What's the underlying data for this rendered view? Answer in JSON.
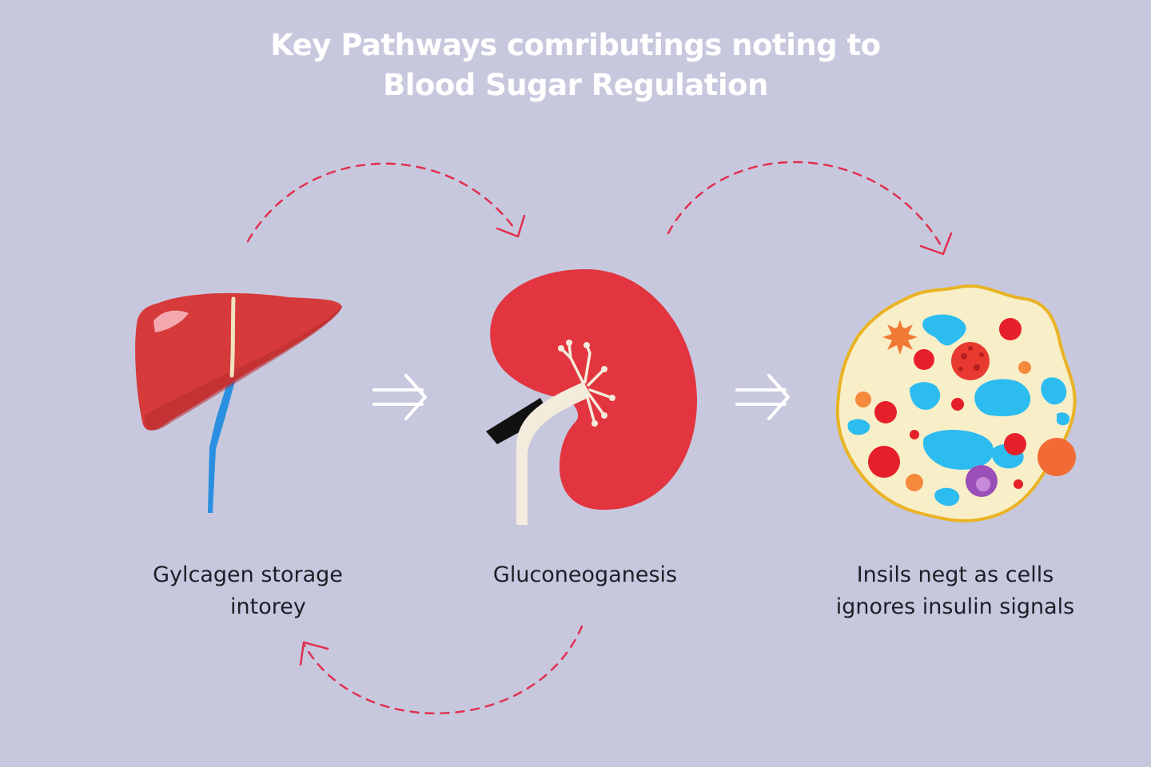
{
  "title": {
    "line1": "Key Pathways comributings noting to",
    "line2": "Blood Sugar Regulation"
  },
  "steps": [
    {
      "organ": "liver",
      "icon": "liver-icon",
      "label_line1": "Gylcagen storage",
      "label_line2": "intorey"
    },
    {
      "organ": "kidney",
      "icon": "kidney-icon",
      "label_line1": "Gluconeoganesis",
      "label_line2": ""
    },
    {
      "organ": "cell",
      "icon": "cell-icon",
      "label_line1": "Insils negt as cells",
      "label_line2": "ignores insulin signals"
    }
  ],
  "connectors": {
    "forward_arrow_icon": "double-arrow-icon",
    "cycle_arrow_style": "dashed-curved",
    "cycle_arrow_color": "#e0304e"
  },
  "colors": {
    "background": "#c7c8de",
    "title": "#ffffff",
    "label": "#1e1e26",
    "liver": "#d63a3a",
    "kidney": "#e2353f",
    "ureter": "#f3ecdc",
    "vessel_blue": "#2a8fe0",
    "cell_fill": "#f8efc8",
    "cell_border": "#e9b324"
  }
}
